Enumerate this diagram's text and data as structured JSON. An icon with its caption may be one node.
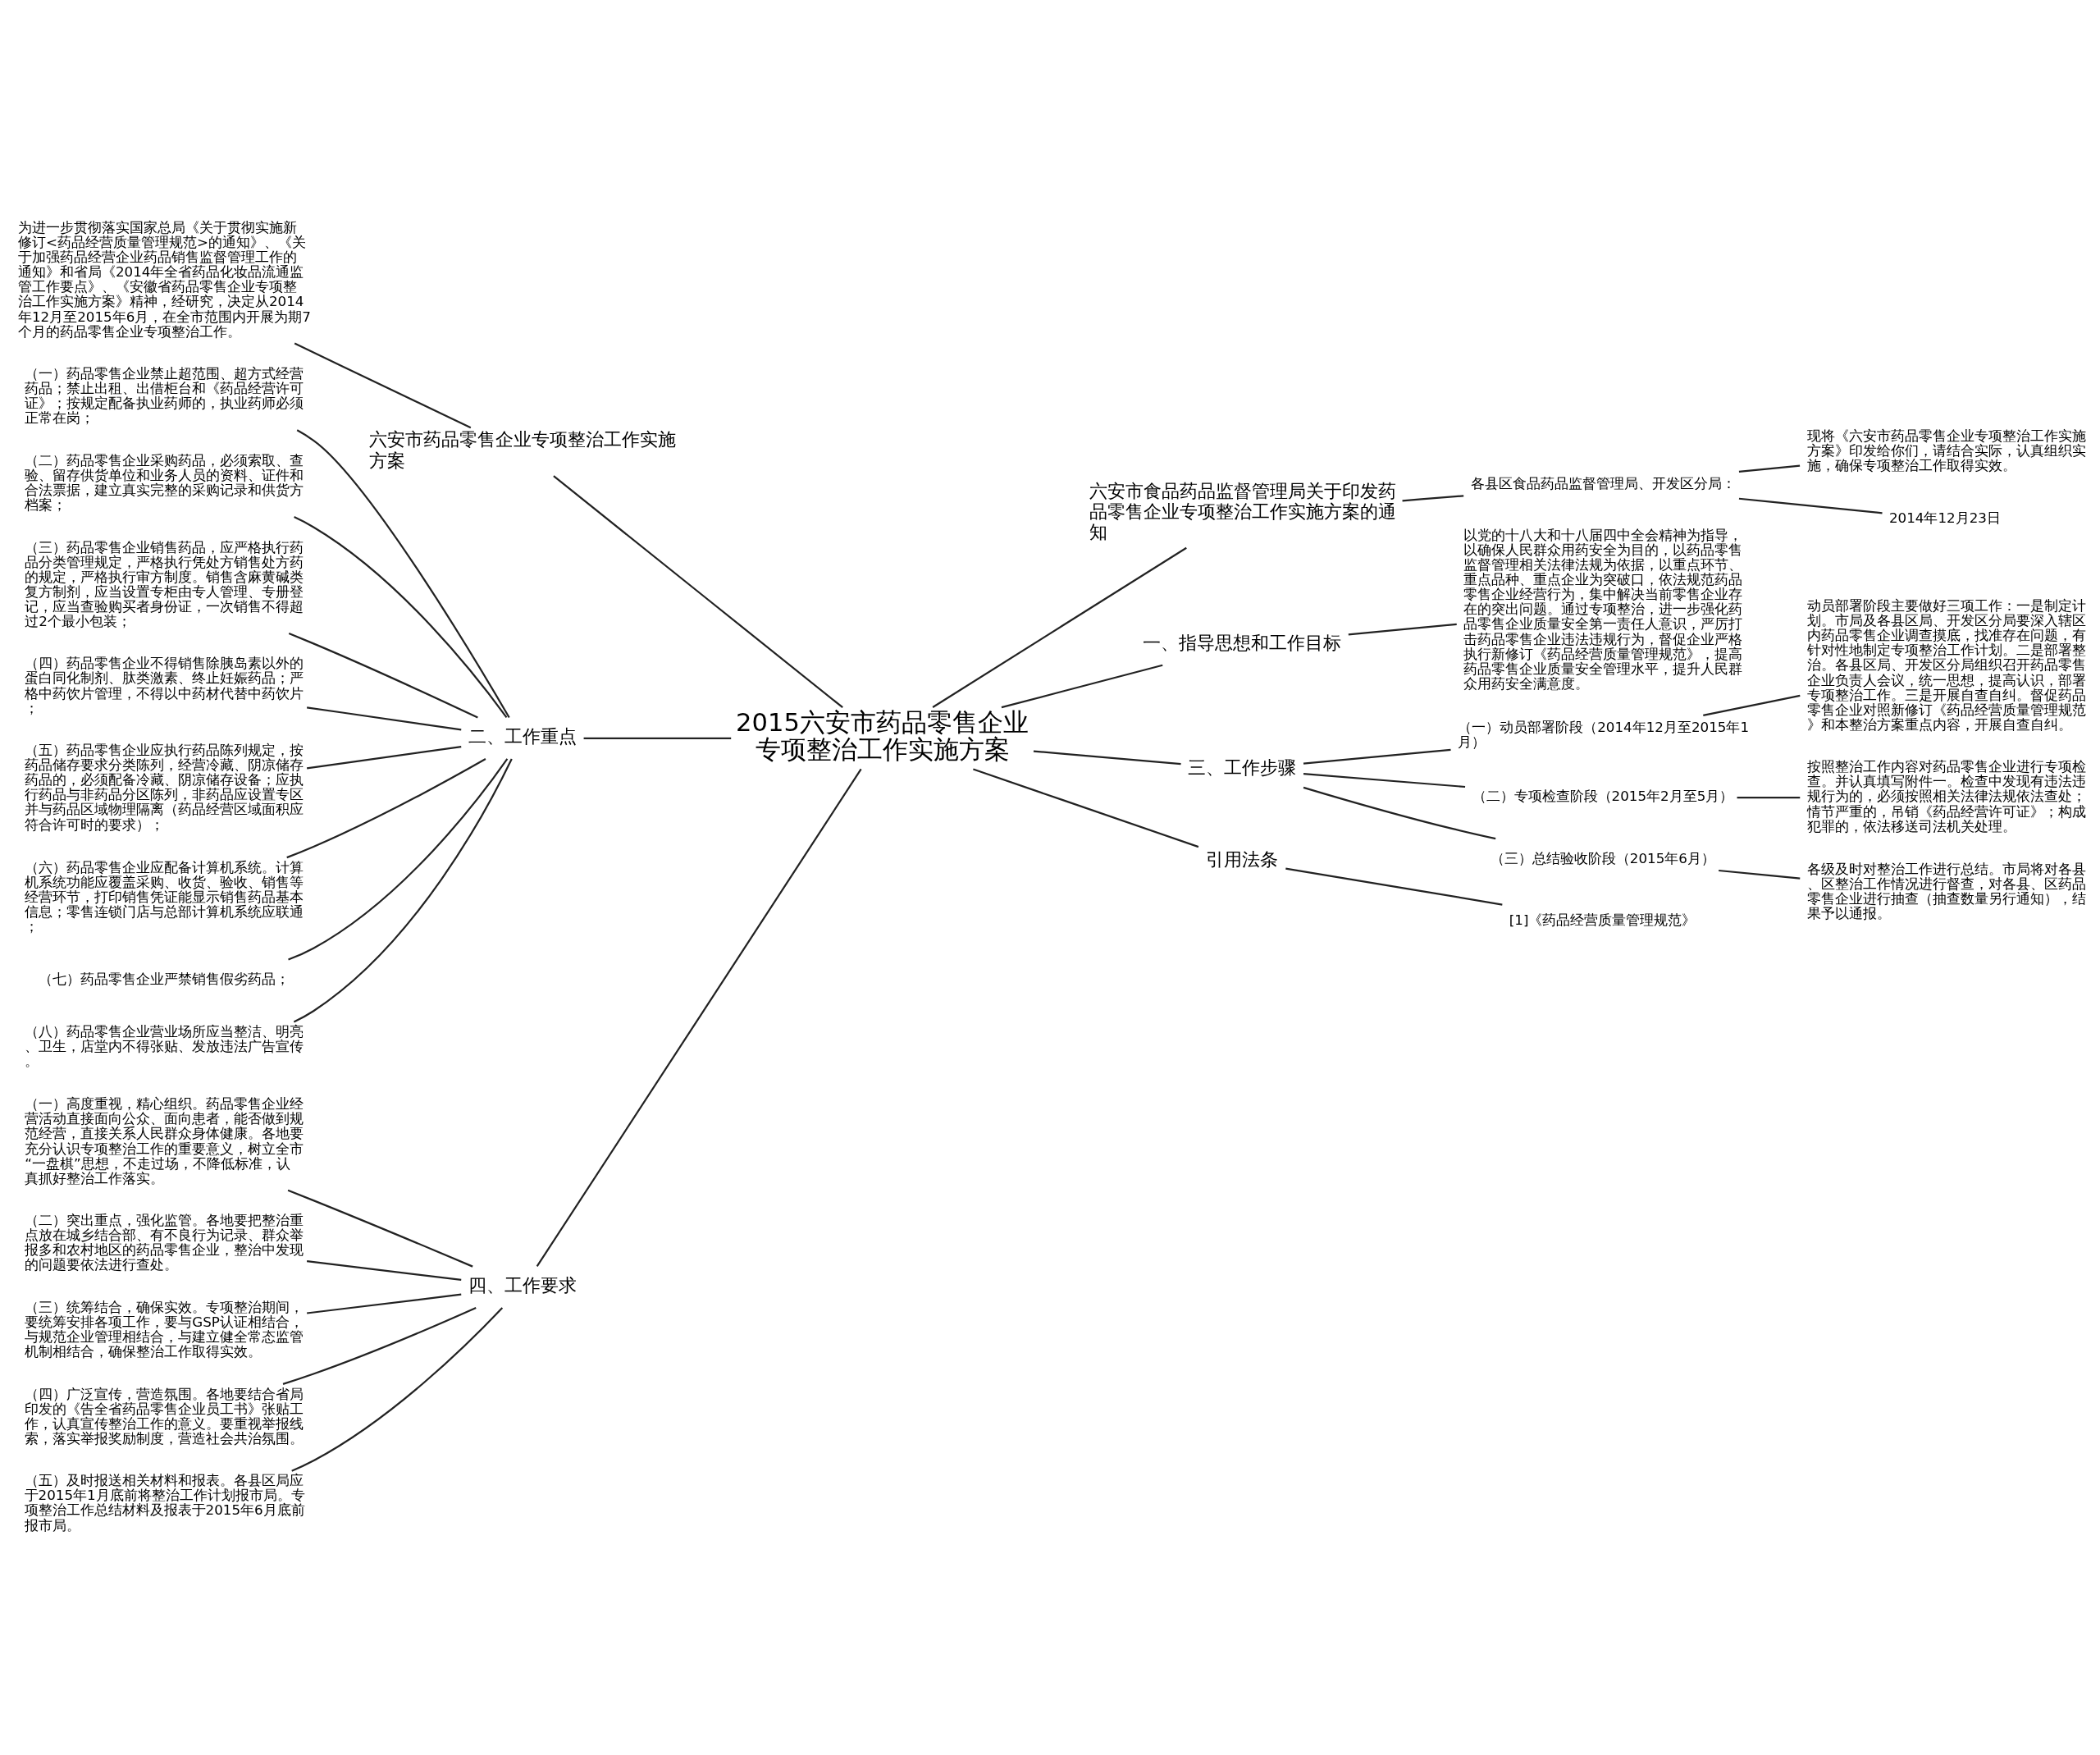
{
  "diagram": {
    "nodes": [
      {
        "text": [
          "2015六安市药品零售企业专项整治工作实施方案"
        ]
      },
      {
        "text": [
          "六安市药品零售企业专项整治工作实施方案"
        ]
      },
      {
        "text": [
          "为进一步贯彻落实国家总局《关于贯彻实施新修订<药品经营质量管理规范>的通知》、《关于加强药品经营企业药品销售监督管理工作的通知》和省局《2014年全省药品化妆品流通监管工作要点》、《安徽省药品零售企业专项整治工作实施方案》精神，经研究，决定从2014年12月至2015年6月，在全市范围内开展为期7个月的药品零售企业专项整治工作。"
        ]
      },
      {
        "text": [
          "二、工作重点"
        ]
      },
      {
        "text": [
          "（一）药品零售企业禁止超范围、超方式经营药品；禁止出租、出借柜台和《药品经营许可证》；按规定配备执业药师的，执业药师必须正常在岗；"
        ]
      },
      {
        "text": [
          "（二）药品零售企业采购药品，必须索取、查验、留存供货单位和业务人员的资料、证件和合法票据，建立真实完整的采购记录和供货方档案；"
        ]
      },
      {
        "text": [
          "（三）药品零售企业销售药品，应严格执行药品分类管理规定，严格执行凭处方销售处方药的规定，严格执行审方制度。销售含麻黄碱类复方制剂，应当设置专柜由专人管理、专册登记，应当查验购买者身份证，一次销售不得超过2个最小包装；"
        ]
      },
      {
        "text": [
          "（四）药品零售企业不得销售除胰岛素以外的蛋白同化制剂、肽类激素、终止妊娠药品；严格中药饮片管理，不得以中药材代替中药饮片；"
        ]
      },
      {
        "text": [
          "（五）药品零售企业应执行药品陈列规定，按药品储存要求分类陈列，经营冷藏、阴凉储存药品的，必须配备冷藏、阴凉储存设备；应执行药品与非药品分区陈列，非药品应设置专区并与药品区域物理隔离（药品经营区域面积应符合许可时的要求）；"
        ]
      },
      {
        "text": [
          "（六）药品零售企业应配备计算机系统。计算机系统功能应覆盖采购、收货、验收、销售等经营环节，打印销售凭证能显示销售药品基本信息；零售连锁门店与总部计算机系统应联通；"
        ]
      },
      {
        "text": [
          "（七）药品零售企业严禁销售假劣药品；"
        ]
      },
      {
        "text": [
          "（八）药品零售企业营业场所应当整洁、明亮、卫生，店堂内不得张贴、发放违法广告宣传。"
        ]
      },
      {
        "text": [
          "四、工作要求"
        ]
      },
      {
        "text": [
          "（一）高度重视，精心组织。药品零售企业经营活动直接面向公众、面向患者，能否做到规范经营，直接关系人民群众身体健康。各地要充分认识专项整治工作的重要意义，树立全市“一盘棋”思想，不走过场，不降低标准，认真抓好整治工作落实。"
        ]
      },
      {
        "text": [
          "（二）突出重点，强化监管。各地要把整治重点放在城乡结合部、有不良行为记录、群众举报多和农村地区的药品零售企业，整治中发现的问题要依法进行查处。"
        ]
      },
      {
        "text": [
          "（三）统筹结合，确保实效。专项整治期间，要统筹安排各项工作，要与GSP认证相结合，与规范企业管理相结合，与建立健全常态监管机制相结合，确保整治工作取得实效。"
        ]
      },
      {
        "text": [
          "（四）广泛宣传，营造氛围。各地要结合省局印发的《告全省药品零售企业员工书》张贴工作，认真宣传整治工作的意义。要重视举报线索，落实举报奖励制度，营造社会共治氛围。"
        ]
      },
      {
        "text": [
          "（五）及时报送相关材料和报表。各县区局应于2015年1月底前将整治工作计划报市局。专项整治工作总结材料及报表于2015年6月底前报市局。"
        ]
      },
      {
        "text": [
          "六安市食品药品监督管理局关于印发药品零售企业专项整治工作实施方案的通知"
        ]
      },
      {
        "text": [
          "各县区食品药品监督管理局、开发区分局："
        ]
      },
      {
        "text": [
          "现将《六安市药品零售企业专项整治工作实施方案》印发给你们，请结合实际，认真组织实施，确保专项整治工作取得实效。"
        ]
      },
      {
        "text": [
          "2014年12月23日"
        ]
      },
      {
        "text": [
          "一、指导思想和工作目标"
        ]
      },
      {
        "text": [
          "以党的十八大和十八届四中全会精神为指导，以确保人民群众用药安全为目的，以药品零售监督管理相关法律法规为依据，以重点环节、重点品种、重点企业为突破口，依法规范药品零售企业经营行为，集中解决当前零售企业存在的突出问题。通过专项整治，进一步强化药品零售企业质量安全第一责任人意识，严厉打击药品零售企业违法违规行为，督促企业严格执行新修订《药品经营质量管理规范》，提高药品零售企业质量安全管理水平，提升人民群众用药安全满意度。"
        ]
      },
      {
        "text": [
          "三、工作步骤"
        ]
      },
      {
        "text": [
          "（一）动员部署阶段（2014年12月至2015年1月）"
        ]
      },
      {
        "text": [
          "动员部署阶段主要做好三项工作：一是制定计划。市局及各县区局、开发区分局要深入辖区内药品零售企业调查摸底，找准存在问题，有针对性地制定专项整治工作计划。二是部署整治。各县区局、开发区分局组织召开药品零售企业负责人会议，统一思想，提高认识，部署专项整治工作。三是开展自查自纠。督促药品零售企业对照新修订《药品经营质量管理规范》和本整治方案重点内容，开展自查自纠。"
        ]
      },
      {
        "text": [
          "（二）专项检查阶段（2015年2月至5月）"
        ]
      },
      {
        "text": [
          "按照整治工作内容对药品零售企业进行专项检查。并认真填写附件一。检查中发现有违法违规行为的，必须按照相关法律法规依法查处；情节严重的，吊销《药品经营许可证》；构成犯罪的，依法移送司法机关处理。"
        ]
      },
      {
        "text": [
          "（三）总结验收阶段（2015年6月）"
        ]
      },
      {
        "text": [
          "各级及时对整治工作进行总结。市局将对各县、区整治工作情况进行督查，对各县、区药品零售企业进行抽查（抽查数量另行通知），结果予以通报。"
        ]
      },
      {
        "text": [
          "引用法条"
        ]
      },
      {
        "text": [
          "[1]《药品经营质量管理规范》"
        ]
      }
    ],
    "edges": [
      {
        "from": 0,
        "to": 1,
        "arrow": "none"
      },
      {
        "from": 1,
        "to": 2,
        "arrow": "none"
      },
      {
        "from": 0,
        "to": 3,
        "arrow": "none"
      },
      {
        "from": 3,
        "to": 4,
        "arrow": "none"
      },
      {
        "from": 3,
        "to": 5,
        "arrow": "none"
      },
      {
        "from": 3,
        "to": 6,
        "arrow": "none"
      },
      {
        "from": 3,
        "to": 7,
        "arrow": "none"
      },
      {
        "from": 3,
        "to": 8,
        "arrow": "none"
      },
      {
        "from": 3,
        "to": 9,
        "arrow": "none"
      },
      {
        "from": 3,
        "to": 10,
        "arrow": "none"
      },
      {
        "from": 3,
        "to": 11,
        "arrow": "none"
      },
      {
        "from": 0,
        "to": 12,
        "arrow": "none"
      },
      {
        "from": 12,
        "to": 13,
        "arrow": "none"
      },
      {
        "from": 12,
        "to": 14,
        "arrow": "none"
      },
      {
        "from": 12,
        "to": 15,
        "arrow": "none"
      },
      {
        "from": 12,
        "to": 16,
        "arrow": "none"
      },
      {
        "from": 12,
        "to": 17,
        "arrow": "none"
      },
      {
        "from": 0,
        "to": 18,
        "arrow": "none"
      },
      {
        "from": 18,
        "to": 19,
        "arrow": "none"
      },
      {
        "from": 19,
        "to": 20,
        "arrow": "none"
      },
      {
        "from": 19,
        "to": 21,
        "arrow": "none"
      },
      {
        "from": 0,
        "to": 22,
        "arrow": "none"
      },
      {
        "from": 22,
        "to": 23,
        "arrow": "none"
      },
      {
        "from": 0,
        "to": 24,
        "arrow": "none"
      },
      {
        "from": 24,
        "to": 25,
        "arrow": "none"
      },
      {
        "from": 25,
        "to": 26,
        "arrow": "none"
      },
      {
        "from": 24,
        "to": 27,
        "arrow": "none"
      },
      {
        "from": 27,
        "to": 28,
        "arrow": "none"
      },
      {
        "from": 24,
        "to": 29,
        "arrow": "none"
      },
      {
        "from": 29,
        "to": 30,
        "arrow": "none"
      },
      {
        "from": 0,
        "to": 31,
        "arrow": "none"
      },
      {
        "from": 31,
        "to": 32,
        "arrow": "none"
      }
    ]
  }
}
